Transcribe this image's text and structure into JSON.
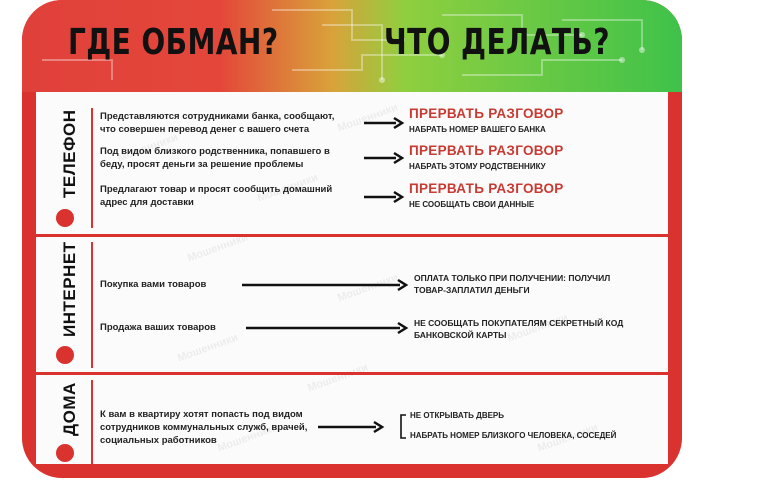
{
  "header": {
    "left_title": "ГДЕ ОБМАН?",
    "right_title": "ЧТО ДЕЛАТЬ?"
  },
  "watermark": "Мошенники",
  "sections": {
    "phone": {
      "label": "ТЕЛЕФОН",
      "items": [
        {
          "text": "Представляются сотрудниками банка, сообщают, что совершен перевод денег с вашего счета",
          "action": "ПРЕРВАТЬ РАЗГОВОР",
          "detail": "НАБРАТЬ НОМЕР ВАШЕГО БАНКА"
        },
        {
          "text": "Под видом близкого родственника, попавшего в беду, просят деньги за решение проблемы",
          "action": "ПРЕРВАТЬ РАЗГОВОР",
          "detail": "НАБРАТЬ ЭТОМУ РОДСТВЕННИКУ"
        },
        {
          "text": "Предлагают товар и просят сообщить домашний адрес для доставки",
          "action": "ПРЕРВАТЬ РАЗГОВОР",
          "detail": "НЕ СООБЩАТЬ СВОИ ДАННЫЕ"
        }
      ]
    },
    "internet": {
      "label": "ИНТЕРНЕТ",
      "items": [
        {
          "text": "Покупка вами товаров",
          "detail": "ОПЛАТА ТОЛЬКО ПРИ ПОЛУЧЕНИИ: ПОЛУЧИЛ ТОВАР-ЗАПЛАТИЛ ДЕНЬГИ"
        },
        {
          "text": "Продажа ваших товаров",
          "detail": "НЕ СООБЩАТЬ ПОКУПАТЕЛЯМ СЕКРЕТНЫЙ КОД БАНКОВСКОЙ КАРТЫ"
        }
      ]
    },
    "home": {
      "label": "ДОМА",
      "items": [
        {
          "text": "К вам в квартиру хотят попасть под видом сотрудников коммунальных служб, врачей, социальных работников",
          "details": [
            "НЕ ОТКРЫВАТЬ ДВЕРЬ",
            "НАБРАТЬ НОМЕР БЛИЗКОГО ЧЕЛОВЕКА, СОСЕДЕЙ"
          ]
        }
      ]
    }
  },
  "colors": {
    "accent": "#d9322f",
    "action": "#c83a32",
    "green": "#3fc24a"
  },
  "icons": [
    "phone-icon",
    "globe-icon",
    "house-icon",
    "arrow-right-icon"
  ]
}
